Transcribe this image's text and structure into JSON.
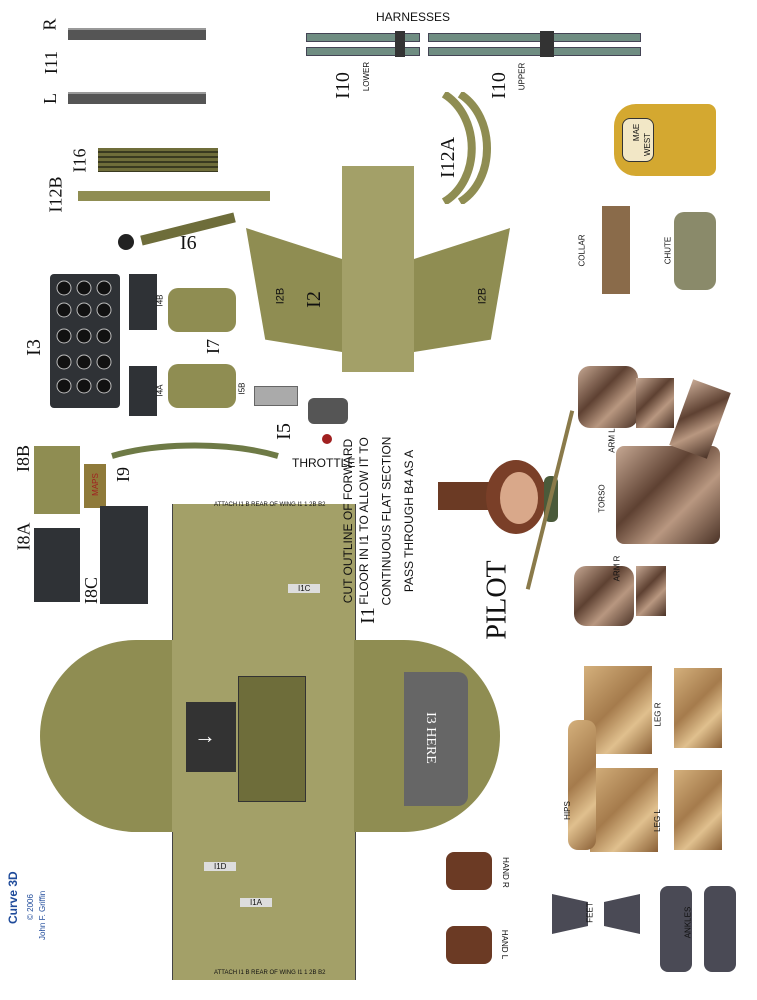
{
  "labels": {
    "harnesses": "HARNESSES",
    "i11": "I11",
    "r": "R",
    "l": "L",
    "i10_lower": "I10",
    "lower": "LOWER",
    "i10_upper": "I10",
    "upper": "UPPER",
    "i16": "I16",
    "i12b": "I12B",
    "i12a": "I12A",
    "i6": "I6",
    "i3": "I3",
    "i4b": "I4B",
    "i4a": "I4A",
    "i7": "I7",
    "i2": "I2",
    "i2b_left": "I2B",
    "i2b_right": "I2B",
    "i5b": "I5B",
    "i5": "I5",
    "throttle": "THROTTLE",
    "i8b": "I8B",
    "i8a": "I8A",
    "i8c": "I8C",
    "i9": "I9",
    "maps": "MAPS",
    "i1": "I1",
    "i1_note_1": "CUT OUTLINE OF FORWARD",
    "i1_note_2": "FLOOR IN I1 TO ALLOW IT TO",
    "i1_note_3": "PASS THROUGH B4 AS A",
    "i1_note_4": "CONTINUOUS FLAT SECTION",
    "i3_here": "I3 HERE",
    "pilot": "PILOT",
    "mae_west_1": "MAE",
    "mae_west_2": "WEST",
    "collar": "COLLAR",
    "chute": "CHUTE",
    "arm_l": "ARM L",
    "torso": "TORSO",
    "arm_r": "ARM R",
    "leg_r": "LEG R",
    "leg_l": "LEG L",
    "hips": "HIPS",
    "hand_r": "HAND R",
    "hand_l": "HAND L",
    "feet": "FEET",
    "ankles": "ANKLES",
    "attach_top": "ATTACH I1 B REAR OF WING I1 1 2B B2",
    "attach_bottom": "ATTACH I1 B REAR OF WING I1 1 2B B2",
    "floor_tag_1": "I1C",
    "floor_tag_2": "I1D",
    "floor_tag_3": "I1A",
    "logo": "Curve 3D",
    "copyright": "© 2006",
    "author": "John F. Griffin"
  },
  "colors": {
    "olive": "#8f8d52",
    "olive_dark": "#6e6d3a",
    "harness_teal": "#6f8d82",
    "panel_dark": "#2f3236",
    "leather": "#6b3a24"
  }
}
